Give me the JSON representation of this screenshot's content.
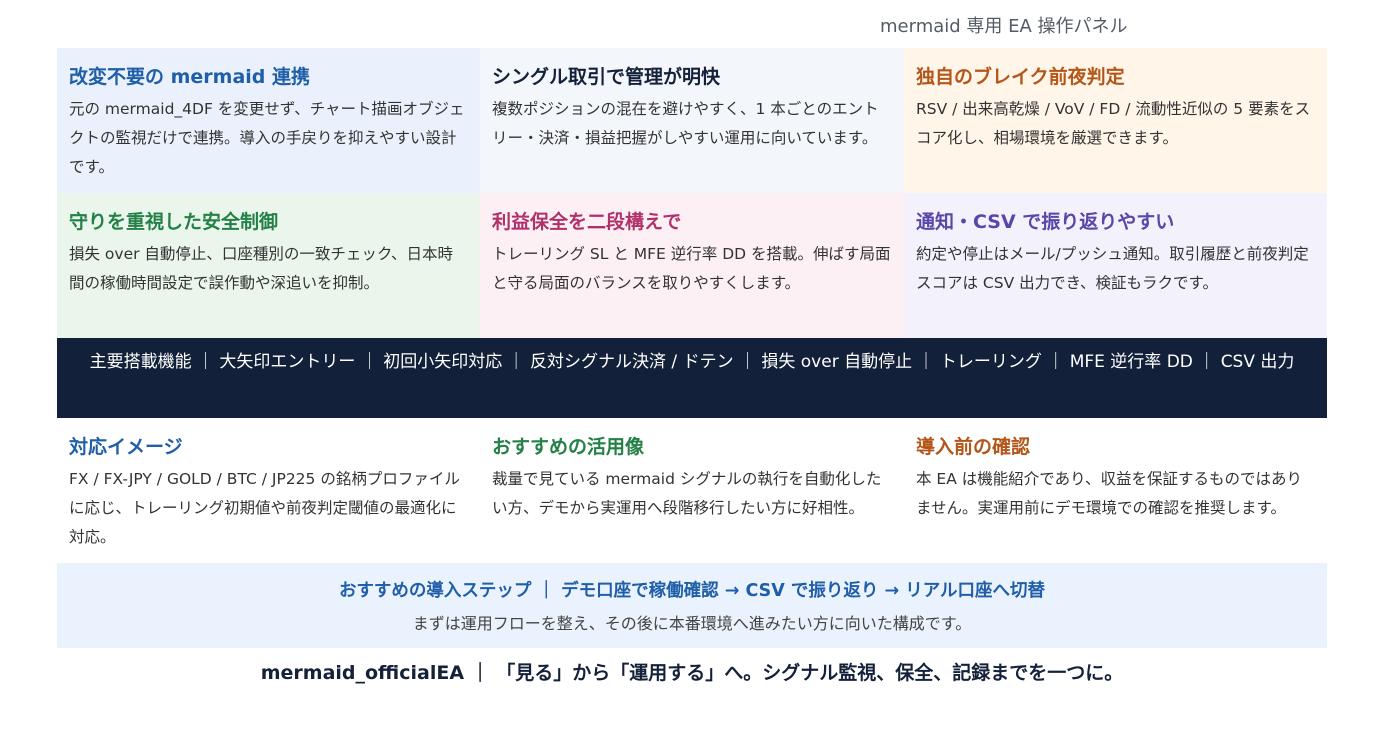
{
  "panel_title": "mermaid 専用 EA 操作パネル",
  "features": [
    {
      "title": "改変不要の mermaid 連携",
      "text": "元の mermaid_4DF を変更せず、チャート描画オブジェクトの監視だけで連携。導入の手戻りを抑えやすい設計です。",
      "color": "#1f5ea8",
      "bg": "#eaf1fc"
    },
    {
      "title": "シングル取引で管理が明快",
      "text": "複数ポジションの混在を避けやすく、1 本ごとのエントリー・決済・損益把握がしやすい運用に向いています。",
      "color": "#15213a",
      "bg": "#f3f7fc"
    },
    {
      "title": "独自のブレイク前夜判定",
      "text": "RSV / 出来高乾燥 / VoV / FD / 流動性近似の 5 要素をスコア化し、相場環境を厳選できます。",
      "color": "#b4561a",
      "bg": "#fff5e8"
    },
    {
      "title": "守りを重視した安全制御",
      "text": "損失 over 自動停止、口座種別の一致チェック、日本時間の稼働時間設定で誤作動や深追いを抑制。",
      "color": "#238047",
      "bg": "#eaf6ec"
    },
    {
      "title": "利益保全を二段構えで",
      "text": "トレーリング SL と MFE 逆行率 DD を搭載。伸ばす局面と守る局面のバランスを取りやすくします。",
      "color": "#b0306a",
      "bg": "#fdf0f5"
    },
    {
      "title": "通知・CSV で振り返りやすい",
      "text": "約定や停止はメール/プッシュ通知。取引履歴と前夜判定スコアは CSV 出力でき、検証もラクです。",
      "color": "#5a45a8",
      "bg": "#f2f1fc"
    }
  ],
  "band_text": "主要搭載機能 ｜ 大矢印エントリー ｜ 初回小矢印対応 ｜ 反対シグナル決済 / ドテン ｜ 損失 over 自動停止 ｜ トレーリング ｜ MFE 逆行率 DD ｜ CSV 出力",
  "info": [
    {
      "title": "対応イメージ",
      "text": "FX / FX-JPY / GOLD / BTC / JP225 の銘柄プロファイルに応じ、トレーリング初期値や前夜判定閾値の最適化に対応。",
      "color": "#1f5ea8"
    },
    {
      "title": "おすすめの活用像",
      "text": "裁量で見ている mermaid シグナルの執行を自動化したい方、デモから実運用へ段階移行したい方に好相性。",
      "color": "#238047"
    },
    {
      "title": "導入前の確認",
      "text": "本 EA は機能紹介であり、収益を保証するものではありません。実運用前にデモ環境での確認を推奨します。",
      "color": "#b4561a"
    }
  ],
  "steps": {
    "headline": "おすすめの導入ステップ ｜ デモ口座で稼働確認 → CSV で振り返り → リアル口座へ切替",
    "sub": "まずは運用フローを整え、その後に本番環境へ進みたい方に向いた構成です。"
  },
  "footer": "mermaid_officialEA ｜ 「見る」から「運用する」へ。シグナル監視、保全、記録までを一つに。"
}
